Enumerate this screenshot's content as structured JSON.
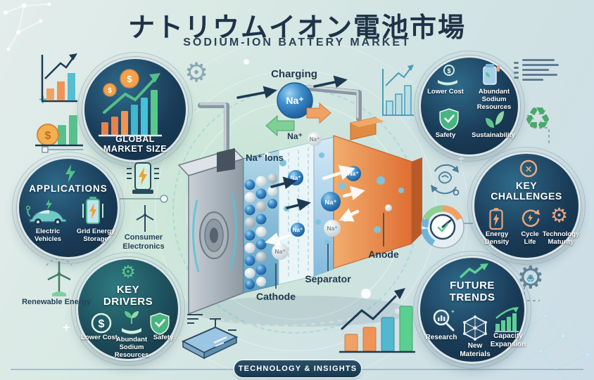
{
  "title": {
    "jp": "ナトリウムイオン電池市場",
    "en": "SODIUM-ION BATTERY MARKET"
  },
  "badges": {
    "global_market": {
      "title": "GLOBAL MARKET SIZE"
    },
    "applications": {
      "title": "APPLICATIONS",
      "items": [
        {
          "label": "Electric Vehicles"
        },
        {
          "label": "Grid Energy Storage"
        }
      ]
    },
    "key_drivers": {
      "title": "KEY DRIVERS",
      "items": [
        {
          "label": "Lower Cost"
        },
        {
          "label": "Abundant Sodium Resources"
        },
        {
          "label": "Safety"
        }
      ]
    },
    "advantages": {
      "items": [
        {
          "label": "Lower Cost"
        },
        {
          "label": "Abundant Sodium Resources"
        },
        {
          "label": "Safety"
        },
        {
          "label": "Sustainability"
        }
      ]
    },
    "key_challenges": {
      "title": "KEY CHALLENGES",
      "items": [
        {
          "label": "Energy Density"
        },
        {
          "label": "Cycle Life"
        },
        {
          "label": "Technology Maturity"
        }
      ]
    },
    "future_trends": {
      "title": "FUTURE TRENDS",
      "items": [
        {
          "label": "Research"
        },
        {
          "label": "New Materials"
        },
        {
          "label": "Capacity Expansion"
        }
      ]
    }
  },
  "diagram": {
    "charging": "Charging",
    "ion": "Na⁺",
    "na_ions": "Na⁺ Ions",
    "cathode": "Cathode",
    "separator": "Separator",
    "anode": "Anode"
  },
  "labels": {
    "renewable_energy": "Renewable Energy",
    "consumer_electronics": "Consumer Electronics"
  },
  "footer": {
    "banner": "TECHNOLOGY & INSIGHTS"
  },
  "glyphs": {
    "dollar": "$",
    "gear": "⚙",
    "recycle": "♻",
    "x": "✕",
    "check": "✓",
    "plus": "+"
  },
  "colors": {
    "navy": "#1d3a52",
    "orange": "#e8834e",
    "green": "#4db87c",
    "teal": "#45aec7",
    "circle_dark": "#16364e"
  }
}
